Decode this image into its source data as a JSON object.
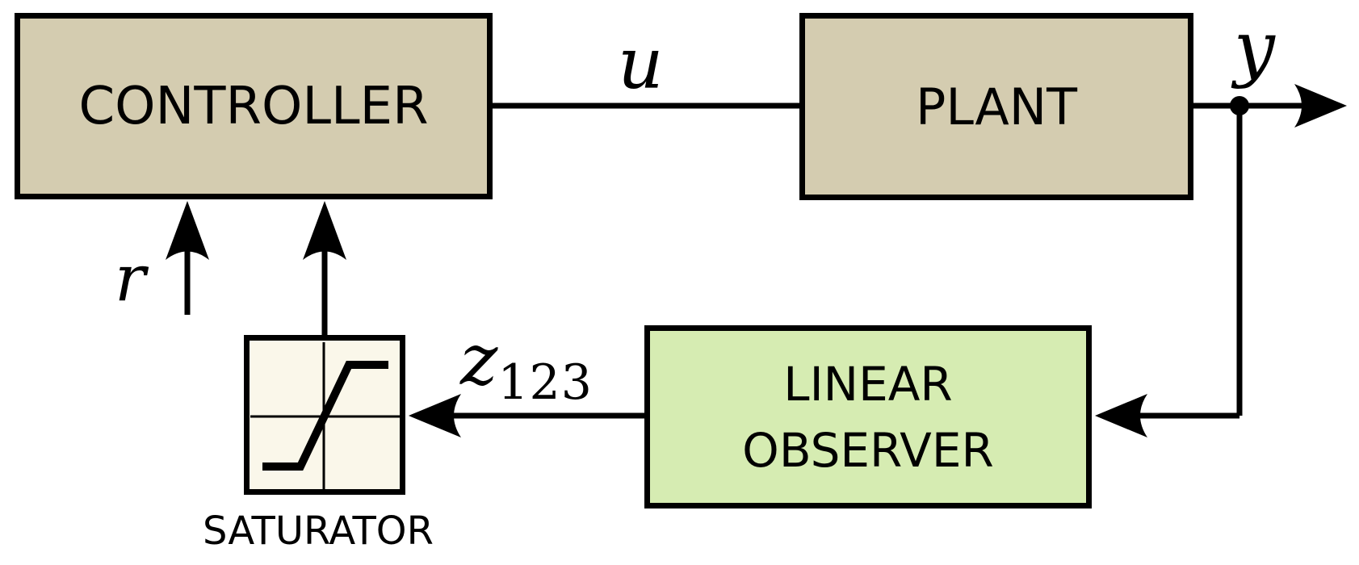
{
  "diagram": {
    "title": "observer-based control loop with saturator",
    "blocks": {
      "controller": {
        "label": "CONTROLLER"
      },
      "plant": {
        "label": "PLANT"
      },
      "observer": {
        "label_line1": "LINEAR",
        "label_line2": "OBSERVER"
      },
      "saturator": {
        "label": "SATURATOR",
        "icon": "saturation-curve-icon"
      }
    },
    "signals": {
      "u": "u",
      "y": "y",
      "r": "r",
      "z_base": "z",
      "z_sub": "123"
    },
    "colors": {
      "block_tan": "#d4ccb0",
      "block_green": "#d6ecb2",
      "saturator_fill": "#faf7ea",
      "line_black": "#000000",
      "background": "#ffffff"
    }
  }
}
